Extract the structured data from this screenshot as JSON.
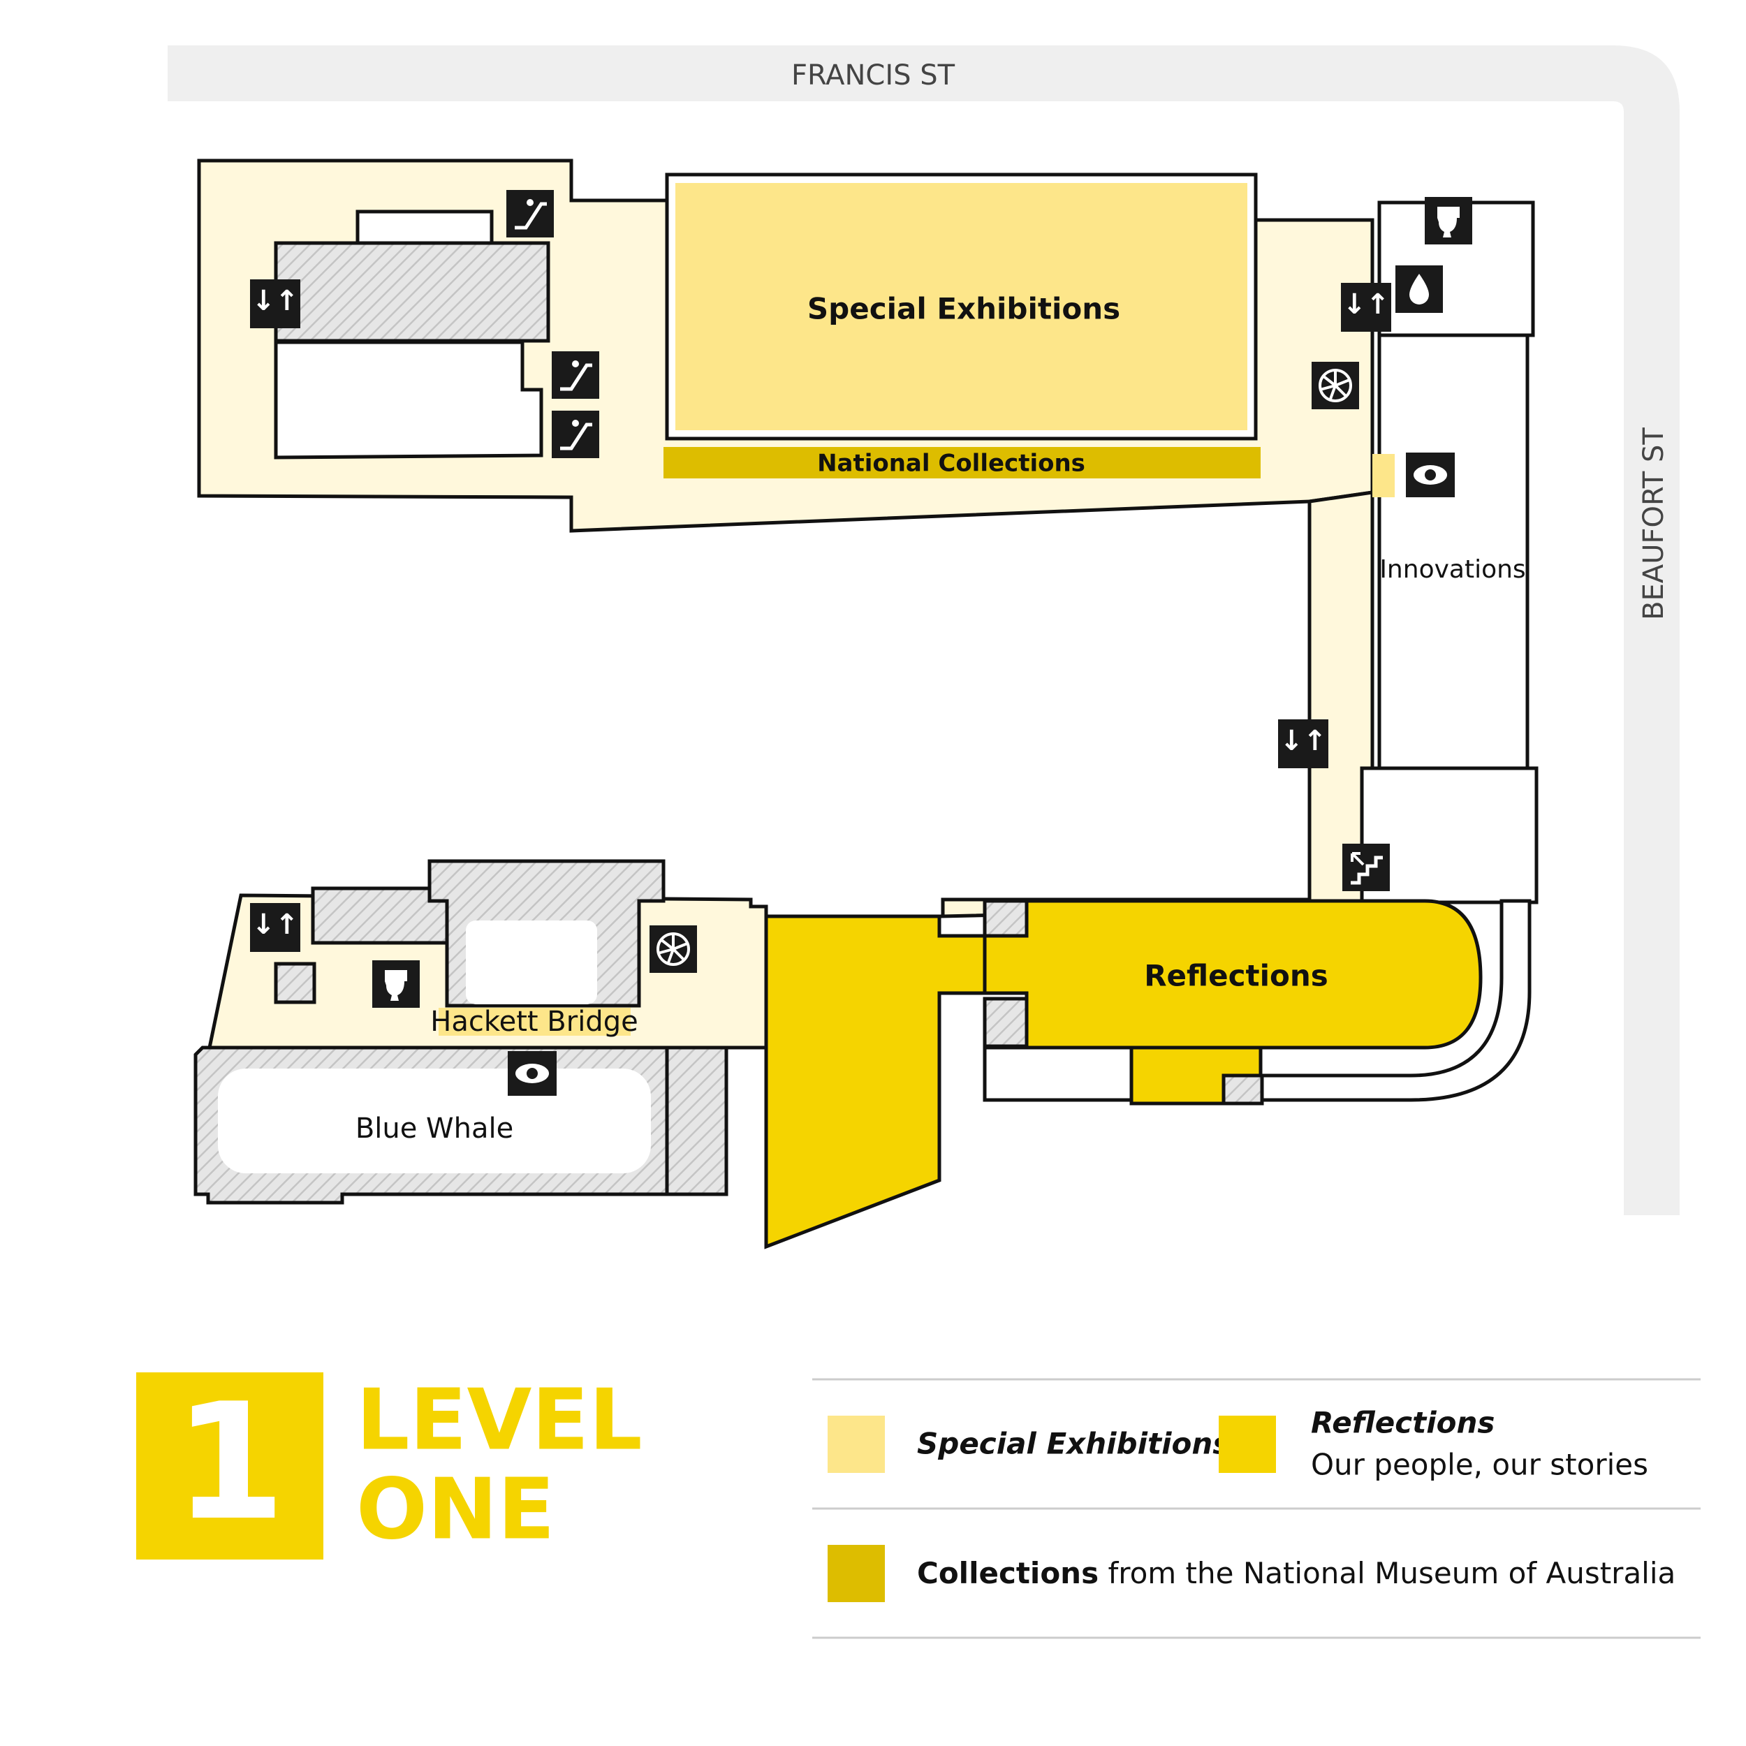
{
  "streets": {
    "north": "FRANCIS ST",
    "east": "BEAUFORT ST"
  },
  "rooms": {
    "special_exhibitions": "Special Exhibitions",
    "national_collections": "National Collections",
    "innovations": "Innovations",
    "reflections": "Reflections",
    "hackett_bridge": "Hackett Bridge",
    "blue_whale": "Blue Whale"
  },
  "level": {
    "number": "1",
    "line1": "LEVEL",
    "line2": "ONE"
  },
  "legend": {
    "special_exhibitions": "Special Exhibitions",
    "reflections_title": "Reflections",
    "reflections_subtitle": "Our people, our stories",
    "collections_bold": "Collections",
    "collections_rest": " from the National Museum of Australia"
  },
  "colors": {
    "corridor": "#fff8dc",
    "special_exhibitions": "#fde68a",
    "reflections": "#f5d400",
    "collections": "#ddbd00",
    "level_brand": "#f5d400",
    "street": "#efefef",
    "hatch": "#dddddd",
    "icon": "#1a1a1a"
  },
  "icons": [
    "escalator-icon",
    "lift-icon",
    "toilet-icon",
    "water-icon",
    "eye-icon",
    "stairs-icon",
    "spiral-stairs-icon"
  ]
}
